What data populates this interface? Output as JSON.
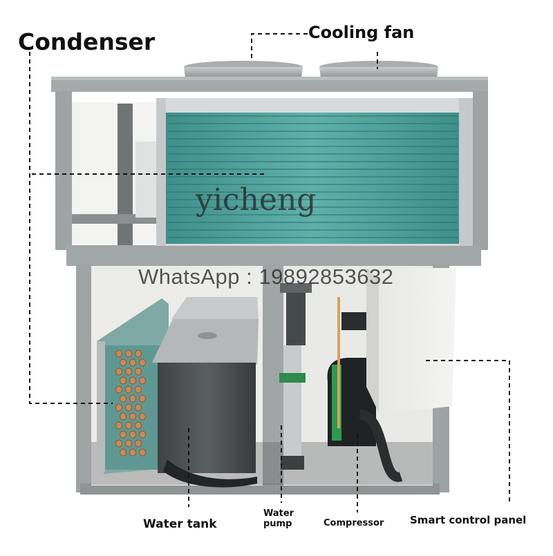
{
  "labels": {
    "condenser": "Condenser",
    "cooling_fan": "Cooling fan",
    "water_tank": "Water tank",
    "water_pump_line1": "Water",
    "water_pump_line2": "pump",
    "compressor": "Compressor",
    "smart_control_panel": "Smart control panel"
  },
  "watermark": {
    "brand": "yicheng",
    "contact": "WhatsApp : 19892853632"
  },
  "colors": {
    "frame": "#9ea3a3",
    "coil": "#4c9e9a",
    "leader_line": "#111111"
  }
}
